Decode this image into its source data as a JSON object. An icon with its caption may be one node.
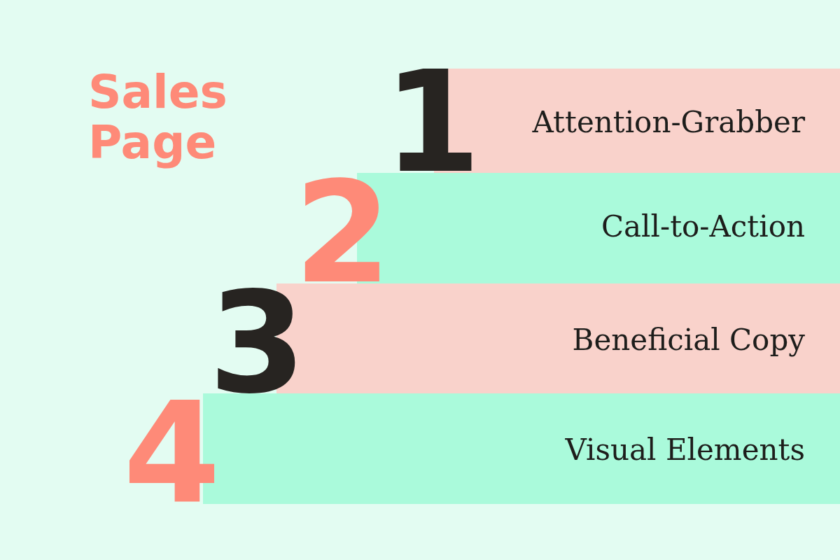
{
  "diagram": {
    "title": "Sales Page",
    "nodes": [
      {
        "text": [
          "1",
          "Attention-Grabber"
        ]
      },
      {
        "text": [
          "2",
          "Call-to-Action"
        ]
      },
      {
        "text": [
          "3",
          "Beneficial Copy"
        ]
      },
      {
        "text": [
          "4",
          "Visual Elements"
        ]
      }
    ]
  }
}
